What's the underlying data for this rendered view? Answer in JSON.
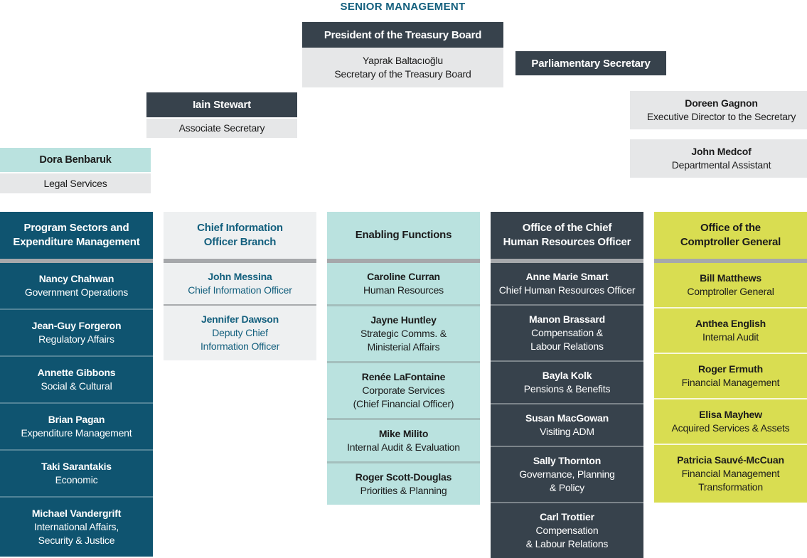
{
  "title": "SENIOR MANAGEMENT",
  "colors": {
    "dark_slate": "#37424c",
    "dark_blue": "#0f5470",
    "light_teal": "#bae2df",
    "yellow_green": "#d9dd51",
    "light_gray": "#e6e7e8",
    "pale_gray": "#eef0f1",
    "separator_gray": "#a6a8ab",
    "teal_text": "#14607e",
    "text_dark": "#1b1b1b"
  },
  "top": {
    "president": {
      "label": "President of the Treasury Board",
      "name": "Yaprak Baltacıoğlu",
      "role": "Secretary of the Treasury Board"
    },
    "parliamentary_secretary": {
      "label": "Parliamentary Secretary"
    },
    "associate_secretary": {
      "name": "Iain Stewart",
      "role": "Associate Secretary"
    },
    "secretary_office": [
      {
        "name": "Doreen Gagnon",
        "role": "Executive Director to the Secretary"
      },
      {
        "name": "John Medcof",
        "role": "Departmental Assistant"
      }
    ],
    "legal_services": {
      "name": "Dora Benbaruk",
      "role": "Legal Services"
    }
  },
  "columns": [
    {
      "id": "program-sectors",
      "theme": "dark-blue",
      "title": "Program Sectors and\nExpenditure Management",
      "members": [
        {
          "name": "Nancy Chahwan",
          "role": "Government Operations"
        },
        {
          "name": "Jean-Guy Forgeron",
          "role": "Regulatory Affairs"
        },
        {
          "name": "Annette Gibbons",
          "role": "Social & Cultural"
        },
        {
          "name": "Brian Pagan",
          "role": "Expenditure Management"
        },
        {
          "name": "Taki Sarantakis",
          "role": "Economic"
        },
        {
          "name": "Michael Vandergrift",
          "role": "International Affairs,\nSecurity & Justice"
        }
      ]
    },
    {
      "id": "cio-branch",
      "theme": "light-gray",
      "title": "Chief Information\nOfficer Branch",
      "members": [
        {
          "name": "John Messina",
          "role": "Chief Information Officer"
        },
        {
          "name": "Jennifer Dawson",
          "role": "Deputy Chief\nInformation Officer"
        }
      ]
    },
    {
      "id": "enabling-functions",
      "theme": "light-teal",
      "title": "Enabling Functions",
      "members": [
        {
          "name": "Caroline Curran",
          "role": "Human Resources"
        },
        {
          "name": "Jayne Huntley",
          "role": "Strategic Comms. &\nMinisterial Affairs"
        },
        {
          "name": "Renée LaFontaine",
          "role": "Corporate Services\n(Chief Financial Officer)"
        },
        {
          "name": "Mike Milito",
          "role": "Internal Audit & Evaluation"
        },
        {
          "name": "Roger Scott-Douglas",
          "role": "Priorities & Planning"
        }
      ]
    },
    {
      "id": "chief-human-resources",
      "theme": "dark-slate",
      "title": "Office of the Chief\nHuman Resources Officer",
      "members": [
        {
          "name": "Anne Marie Smart",
          "role": "Chief Human Resources Officer"
        },
        {
          "name": "Manon Brassard",
          "role": "Compensation &\nLabour Relations"
        },
        {
          "name": "Bayla Kolk",
          "role": "Pensions & Benefits"
        },
        {
          "name": "Susan MacGowan",
          "role": "Visiting ADM"
        },
        {
          "name": "Sally Thornton",
          "role": "Governance, Planning\n& Policy"
        },
        {
          "name": "Carl Trottier",
          "role": "Compensation\n& Labour Relations"
        }
      ]
    },
    {
      "id": "comptroller-general",
      "theme": "yellow-green",
      "title": "Office of the\nComptroller General",
      "members": [
        {
          "name": "Bill Matthews",
          "role": "Comptroller General"
        },
        {
          "name": "Anthea English",
          "role": "Internal Audit"
        },
        {
          "name": "Roger Ermuth",
          "role": "Financial Management"
        },
        {
          "name": "Elisa Mayhew",
          "role": "Acquired Services & Assets"
        },
        {
          "name": "Patricia Sauvé-McCuan",
          "role": "Financial Management\nTransformation"
        }
      ]
    }
  ]
}
